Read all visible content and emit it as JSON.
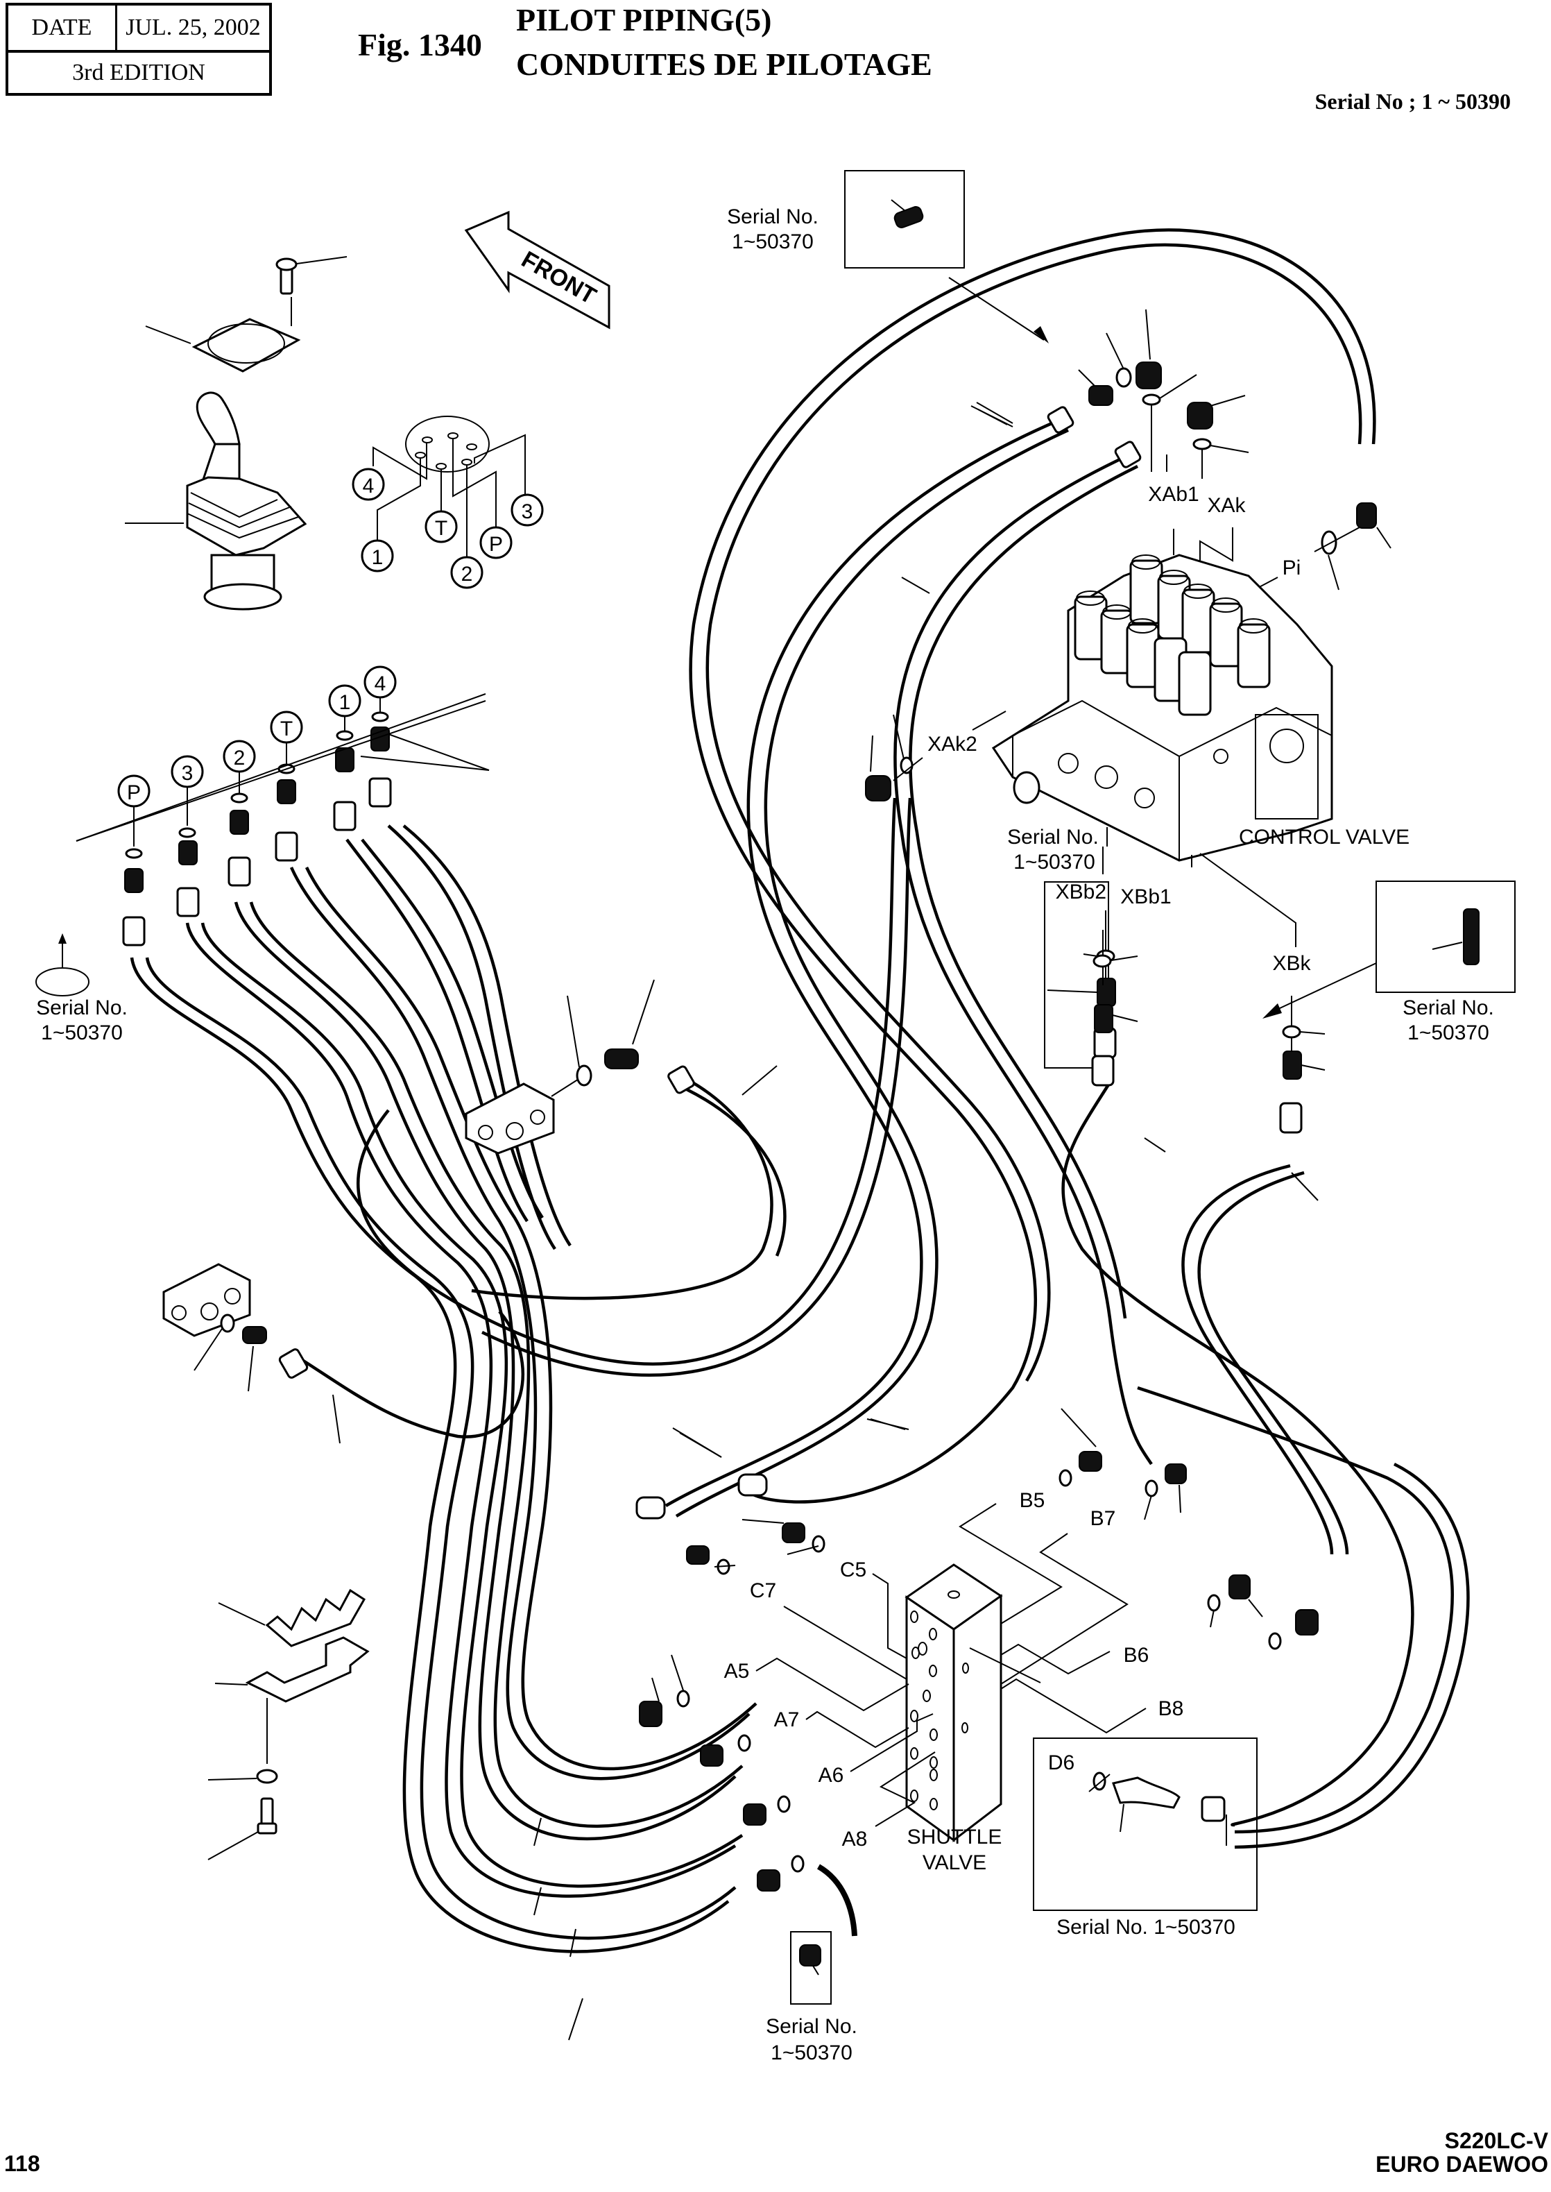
{
  "header": {
    "date_label": "DATE",
    "date_value": "JUL. 25, 2002",
    "edition": "3rd EDITION",
    "figure_number": "Fig. 1340",
    "title_en": "PILOT PIPING(5)",
    "title_fr": "CONDUITES DE PILOTAGE",
    "serial_range": "Serial No ; 1 ~ 50390"
  },
  "footer": {
    "page_number": "118",
    "model_line1": "S220LC-V",
    "model_line2": "EURO DAEWOO"
  },
  "direction_arrow": {
    "label": "FRONT"
  },
  "joystick_port_callouts": [
    "4",
    "1",
    "T",
    "2",
    "P",
    "3"
  ],
  "fitting_port_callouts": [
    "P",
    "3",
    "2",
    "T",
    "1",
    "4"
  ],
  "serial_notes": {
    "top_inset": {
      "line1": "Serial No.",
      "line2": "1~50370"
    },
    "left_oring": {
      "line1": "Serial No.",
      "line2": "1~50370"
    },
    "control_valve": {
      "line1": "Serial No.",
      "line2": "1~50370"
    },
    "right_inset": {
      "line1": "Serial No.",
      "line2": "1~50370"
    },
    "d6_inset": {
      "text": "Serial No. 1~50370"
    },
    "bottom_inset": {
      "line1": "Serial No.",
      "line2": "1~50370"
    }
  },
  "components": {
    "control_valve": "CONTROL VALVE",
    "shuttle_valve_line1": "SHUTTLE",
    "shuttle_valve_line2": "VALVE"
  },
  "control_valve_ports": {
    "xab1": "XAb1",
    "xak": "XAk",
    "pi": "Pi",
    "xak2": "XAk2",
    "xbb2": "XBb2",
    "xbb1": "XBb1",
    "xbk": "XBk"
  },
  "shuttle_valve_ports": {
    "b5": "B5",
    "b7": "B7",
    "c5": "C5",
    "c7": "C7",
    "b6": "B6",
    "b8": "B8",
    "a5": "A5",
    "a7": "A7",
    "a6": "A6",
    "a8": "A8",
    "d6": "D6"
  }
}
